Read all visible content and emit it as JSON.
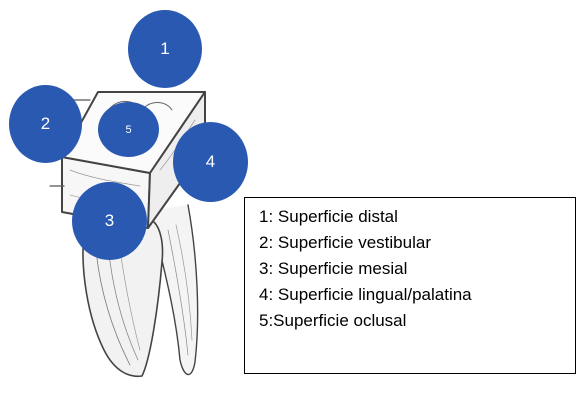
{
  "markers": [
    {
      "id": "m1",
      "label": "1"
    },
    {
      "id": "m2",
      "label": "2"
    },
    {
      "id": "m3",
      "label": "3"
    },
    {
      "id": "m4",
      "label": "4"
    },
    {
      "id": "m5",
      "label": "5"
    }
  ],
  "legend": {
    "items": [
      "1: Superficie distal",
      "2: Superficie vestibular",
      "3: Superficie mesial",
      "4: Superficie lingual/palatina",
      "5:Superficie oclusal"
    ]
  },
  "colors": {
    "marker_fill": "#2a59b2",
    "marker_text": "#ffffff",
    "legend_border": "#000000"
  }
}
